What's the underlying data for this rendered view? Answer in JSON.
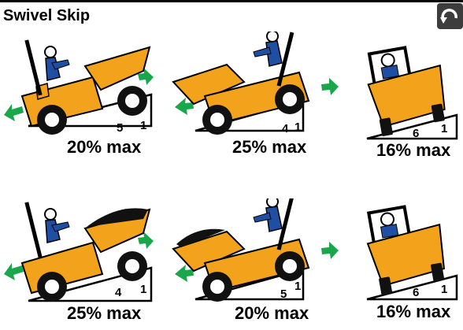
{
  "title": "Swivel Skip",
  "reset_icon": "rotate-arrow-icon",
  "colors": {
    "machine": "#f2a31b",
    "arrow": "#1aa64a",
    "operator": "#1f4fa3",
    "reset_bg": "#3c3c3c"
  },
  "rows": [
    {
      "scenes": [
        {
          "grade": "20% max",
          "ratio_rise": "1",
          "ratio_run": "5"
        },
        {
          "grade": "25% max",
          "ratio_rise": "1",
          "ratio_run": "4"
        },
        {
          "grade": "16% max",
          "ratio_rise": "1",
          "ratio_run": "6"
        }
      ]
    },
    {
      "scenes": [
        {
          "grade": "25% max",
          "ratio_rise": "1",
          "ratio_run": "4"
        },
        {
          "grade": "20% max",
          "ratio_rise": "1",
          "ratio_run": "5"
        },
        {
          "grade": "16% max",
          "ratio_rise": "1",
          "ratio_run": "6"
        }
      ]
    }
  ]
}
